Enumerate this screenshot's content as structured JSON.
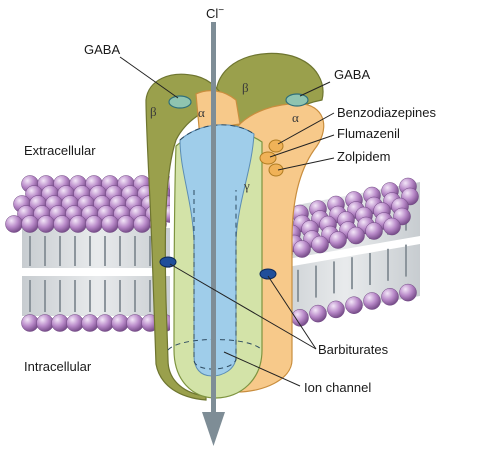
{
  "labels": {
    "chloride": "Cl",
    "chloride_charge": "−",
    "gaba_left": "GABA",
    "gaba_right": "GABA",
    "benzodiazepines": "Benzodiazepines",
    "flumazenil": "Flumazenil",
    "zolpidem": "Zolpidem",
    "extracellular": "Extracellular",
    "intracellular": "Intracellular",
    "barbiturates": "Barbiturates",
    "ion_channel": "Ion channel"
  },
  "subunits": {
    "beta_left": "β",
    "alpha_left": "α",
    "beta_right": "β",
    "alpha_right": "α",
    "gamma": "γ"
  },
  "colors": {
    "beta_subunit": "#9aa04c",
    "alpha_subunit": "#f7c98a",
    "gamma_subunit": "#d3e3a8",
    "pore": "#9fcdea",
    "lipid_head": "#b98ac9",
    "membrane_core": "#dfe3e6",
    "gaba_site": "#8fc4b0",
    "barbiturate_site": "#1f4e9a",
    "arrow": "#7e8d96"
  }
}
